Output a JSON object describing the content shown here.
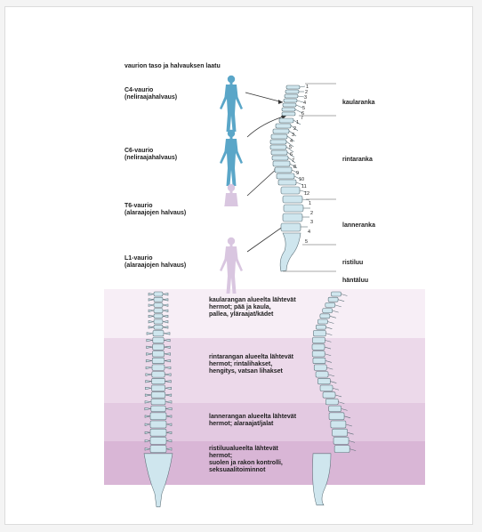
{
  "header": "vaurion taso ja halvauksen laatu",
  "levels": [
    {
      "title": "C4-vaurio",
      "subtitle": "(neliraajahalvaus)"
    },
    {
      "title": "C6-vaurio",
      "subtitle": "(neliraajahalvaus)"
    },
    {
      "title": "T6-vaurio",
      "subtitle": "(alaraajojen halvaus)"
    },
    {
      "title": "L1-vaurio",
      "subtitle": "(alaraajojen halvaus)"
    }
  ],
  "regions": {
    "cervical": "kaularanka",
    "thoracic": "rintaranka",
    "lumbar": "lanneranka",
    "sacrum": "ristiluu",
    "coccyx": "häntäluu"
  },
  "vertebra_numbers": {
    "cervical": [
      "1",
      "2",
      "3",
      "4",
      "5",
      "6",
      "7"
    ],
    "thoracic": [
      "1",
      "2",
      "3",
      "4",
      "5",
      "6",
      "7",
      "8",
      "9",
      "10",
      "11",
      "12"
    ],
    "lumbar": [
      "1",
      "2",
      "3",
      "4",
      "5"
    ]
  },
  "bands": [
    "kaularangan alueelta lähtevät\nhermot; pää ja kaula,\npallea, yläraajat/kädet",
    "rintarangan alueelta lähtevät\nhermot; rintalihakset,\nhengitys, vatsan lihakset",
    "lannerangan alueelta lähtevät\nhermot; alaraajat/jalat",
    "ristiluualueelta lähtevät\nhermot;\nsuolen ja rakon kontrolli,\nseksuaalitoiminnot"
  ],
  "colors": {
    "figure_active": "#5aa6c8",
    "figure_inactive": "#d9c6e0",
    "bone": "#cfe6ee",
    "band1": "#f7eef6",
    "band2": "#ecd9ea",
    "band3": "#e3c9e1",
    "band4": "#d9b6d6"
  }
}
